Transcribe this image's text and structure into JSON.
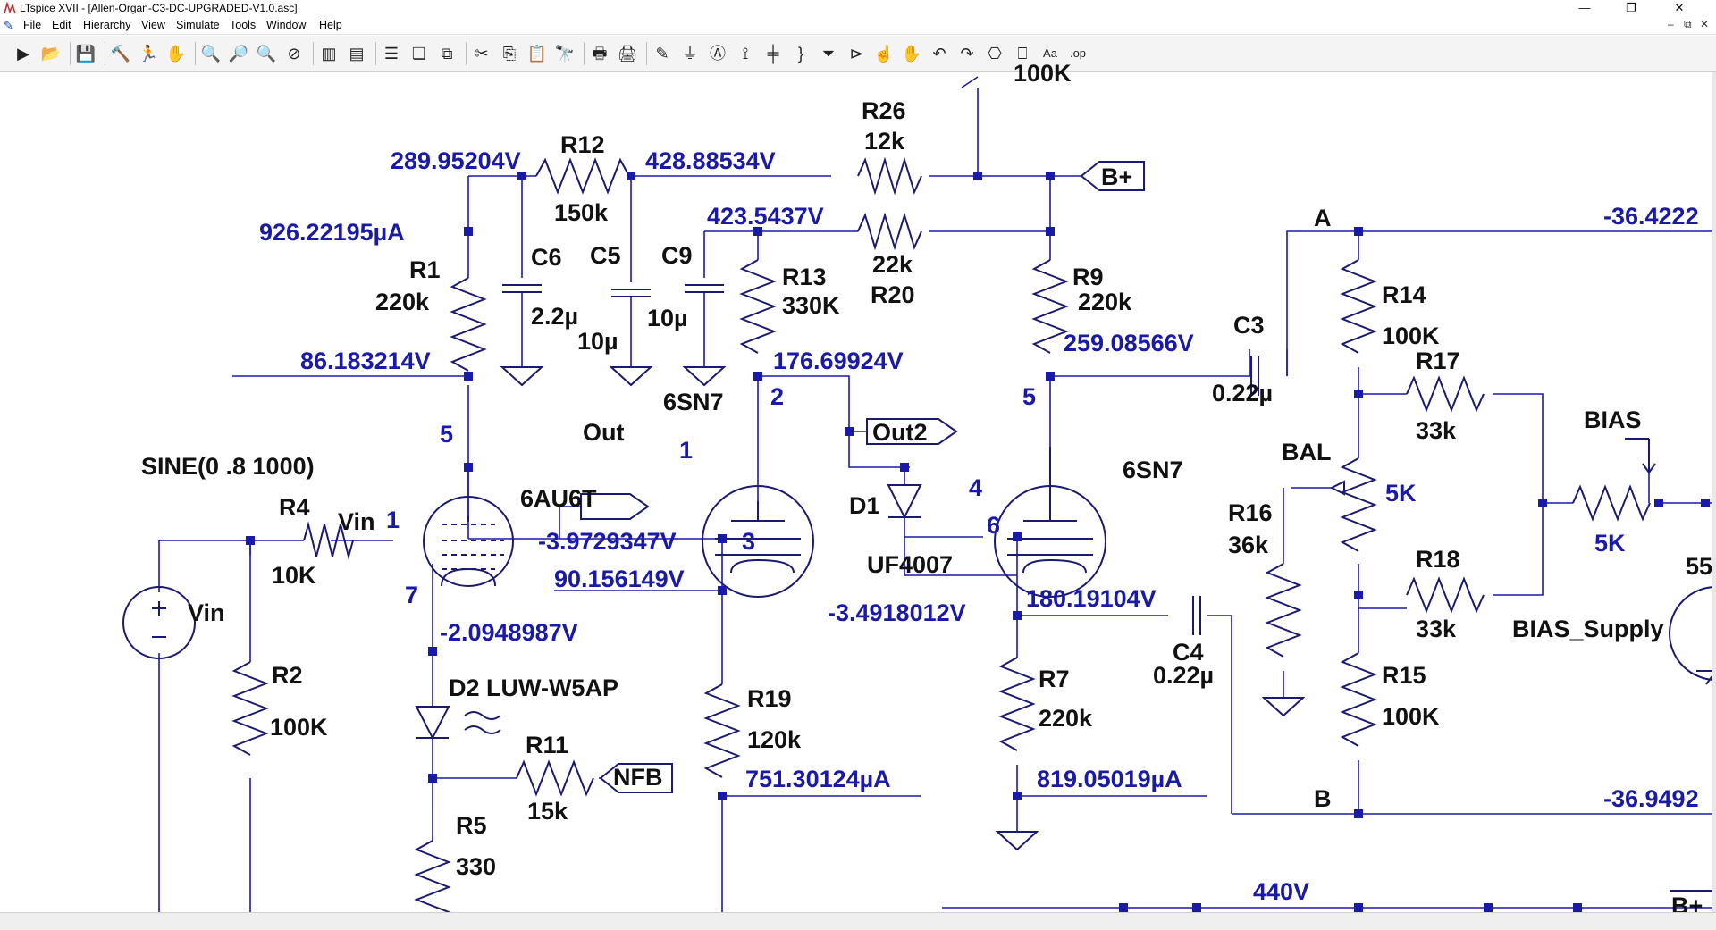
{
  "window": {
    "title": "LTspice XVII - [Allen-Organ-C3-DC-UPGRADED-V1.0.asc]",
    "minimize_glyph": "—",
    "restore_glyph": "❐",
    "close_glyph": "✕",
    "mdi_min_glyph": "–",
    "mdi_restore_glyph": "⧉",
    "mdi_close_glyph": "✕"
  },
  "menu": [
    "File",
    "Edit",
    "Hierarchy",
    "View",
    "Simulate",
    "Tools",
    "Window",
    "Help"
  ],
  "toolbar": [
    {
      "name": "run-icon",
      "glyph": "▶"
    },
    {
      "name": "open-icon",
      "glyph": "📂"
    },
    {
      "sep": true
    },
    {
      "name": "save-icon",
      "glyph": "💾"
    },
    {
      "sep": true
    },
    {
      "name": "control-panel-icon",
      "glyph": "🔨"
    },
    {
      "name": "halt-icon",
      "glyph": "🏃"
    },
    {
      "name": "pan-icon",
      "glyph": "✋"
    },
    {
      "sep": true
    },
    {
      "name": "zoom-in-icon",
      "glyph": "🔍"
    },
    {
      "name": "zoom-back-icon",
      "glyph": "🔎"
    },
    {
      "name": "zoom-out-icon",
      "glyph": "🔍"
    },
    {
      "name": "zoom-fit-icon",
      "glyph": "⊘"
    },
    {
      "sep": true
    },
    {
      "name": "waveform-icon",
      "glyph": "▥"
    },
    {
      "name": "netlist-icon",
      "glyph": "▤"
    },
    {
      "sep": true
    },
    {
      "name": "tile-horizontal-icon",
      "glyph": "☰"
    },
    {
      "name": "cascade-icon",
      "glyph": "❏"
    },
    {
      "name": "tile-vertical-icon",
      "glyph": "⧉"
    },
    {
      "sep": true
    },
    {
      "name": "cut-icon",
      "glyph": "✂"
    },
    {
      "name": "copy-icon",
      "glyph": "⎘"
    },
    {
      "name": "paste-icon",
      "glyph": "📋"
    },
    {
      "name": "find-icon",
      "glyph": "🔭"
    },
    {
      "sep": true
    },
    {
      "name": "print-icon",
      "glyph": "🖶"
    },
    {
      "name": "print-preview-icon",
      "glyph": "🖨"
    },
    {
      "sep": true
    },
    {
      "name": "draw-wire-icon",
      "glyph": "✎"
    },
    {
      "name": "ground-icon",
      "glyph": "⏚"
    },
    {
      "name": "label-net-icon",
      "glyph": "Ⓐ"
    },
    {
      "name": "resistor-icon",
      "glyph": "⟟"
    },
    {
      "name": "capacitor-icon",
      "glyph": "╪"
    },
    {
      "name": "inductor-icon",
      "glyph": "}"
    },
    {
      "name": "diode-icon",
      "glyph": "⏷"
    },
    {
      "name": "component-icon",
      "glyph": "⊳"
    },
    {
      "name": "move-icon",
      "glyph": "☝"
    },
    {
      "name": "drag-icon",
      "glyph": "✋"
    },
    {
      "name": "undo-icon",
      "glyph": "↶"
    },
    {
      "name": "redo-icon",
      "glyph": "↷"
    },
    {
      "name": "rotate-icon",
      "glyph": "⎔"
    },
    {
      "name": "mirror-icon",
      "glyph": "⎕"
    },
    {
      "name": "text-icon",
      "glyph": "Aa"
    },
    {
      "name": "spice-directive-icon",
      "glyph": ".op"
    }
  ],
  "schematic": {
    "labels": [
      {
        "id": "r26-name",
        "text": "R26",
        "kind": "label"
      },
      {
        "id": "r26-value",
        "text": "12k",
        "kind": "label"
      },
      {
        "id": "r12-name",
        "text": "R12",
        "kind": "label"
      },
      {
        "id": "r12-value",
        "text": "150k",
        "kind": "label"
      },
      {
        "id": "r1-name",
        "text": "R1",
        "kind": "label"
      },
      {
        "id": "r1-value",
        "text": "220k",
        "kind": "label"
      },
      {
        "id": "c6-name",
        "text": "C6",
        "kind": "label"
      },
      {
        "id": "c6-value",
        "text": "2.2µ",
        "kind": "label"
      },
      {
        "id": "c5-name",
        "text": "C5",
        "kind": "label"
      },
      {
        "id": "c5-value",
        "text": "10µ",
        "kind": "label"
      },
      {
        "id": "c9-name",
        "text": "C9",
        "kind": "label"
      },
      {
        "id": "c9-value",
        "text": "10µ",
        "kind": "label"
      },
      {
        "id": "r13-name",
        "text": "R13",
        "kind": "label"
      },
      {
        "id": "r13-value",
        "text": "330K",
        "kind": "label"
      },
      {
        "id": "r20-value",
        "text": "22k",
        "kind": "label"
      },
      {
        "id": "r20-name",
        "text": "R20",
        "kind": "label"
      },
      {
        "id": "r9-name",
        "text": "R9",
        "kind": "label"
      },
      {
        "id": "r9-value",
        "text": "220k",
        "kind": "label"
      },
      {
        "id": "bplus-label",
        "text": "B+",
        "kind": "label"
      },
      {
        "id": "c3-name",
        "text": "C3",
        "kind": "label"
      },
      {
        "id": "c3-value",
        "text": "0.22µ",
        "kind": "label"
      },
      {
        "id": "node-a",
        "text": "A",
        "kind": "label"
      },
      {
        "id": "r14-name",
        "text": "R14",
        "kind": "label"
      },
      {
        "id": "r14-value",
        "text": "100K",
        "kind": "label"
      },
      {
        "id": "r17-name",
        "text": "R17",
        "kind": "label"
      },
      {
        "id": "r17-value",
        "text": "33k",
        "kind": "label"
      },
      {
        "id": "bias-name",
        "text": "BIAS",
        "kind": "label"
      },
      {
        "id": "bal-name",
        "text": "BAL",
        "kind": "label"
      },
      {
        "id": "bal-value",
        "text": "5K",
        "kind": "voltage"
      },
      {
        "id": "bias-value",
        "text": "5K",
        "kind": "voltage"
      },
      {
        "id": "r16-name",
        "text": "R16",
        "kind": "label"
      },
      {
        "id": "r16-value",
        "text": "36k",
        "kind": "label"
      },
      {
        "id": "r18-name",
        "text": "R18",
        "kind": "label"
      },
      {
        "id": "r18-value",
        "text": "33k",
        "kind": "label"
      },
      {
        "id": "bias-supply",
        "text": "BIAS_Supply",
        "kind": "label"
      },
      {
        "id": "r15-name",
        "text": "R15",
        "kind": "label"
      },
      {
        "id": "r15-value",
        "text": "100K",
        "kind": "label"
      },
      {
        "id": "node-b",
        "text": "B",
        "kind": "label"
      },
      {
        "id": "v-289",
        "text": "289.95204V",
        "kind": "voltage"
      },
      {
        "id": "v-428",
        "text": "428.88534V",
        "kind": "voltage"
      },
      {
        "id": "i-926",
        "text": "926.22195µA",
        "kind": "voltage"
      },
      {
        "id": "v-423",
        "text": "423.5437V",
        "kind": "voltage"
      },
      {
        "id": "v-86",
        "text": "86.183214V",
        "kind": "voltage"
      },
      {
        "id": "v-176",
        "text": "176.69924V",
        "kind": "voltage"
      },
      {
        "id": "v-259",
        "text": "259.08566V",
        "kind": "voltage"
      },
      {
        "id": "v-36-4",
        "text": "-36.4222",
        "kind": "voltage"
      },
      {
        "id": "v-36-9",
        "text": "-36.9492",
        "kind": "voltage"
      },
      {
        "id": "v-3-97",
        "text": "-3.9729347V",
        "kind": "voltage"
      },
      {
        "id": "v-90",
        "text": "90.156149V",
        "kind": "voltage"
      },
      {
        "id": "v-180",
        "text": "180.19104V",
        "kind": "voltage"
      },
      {
        "id": "v-3-49",
        "text": "-3.4918012V",
        "kind": "voltage"
      },
      {
        "id": "v-2-09",
        "text": "-2.0948987V",
        "kind": "voltage"
      },
      {
        "id": "i-751",
        "text": "751.30124µA",
        "kind": "voltage"
      },
      {
        "id": "i-819",
        "text": "819.05019µA",
        "kind": "voltage"
      },
      {
        "id": "v-440",
        "text": "440V",
        "kind": "voltage"
      },
      {
        "id": "pin-5-v1",
        "text": "5",
        "kind": "voltage"
      },
      {
        "id": "pin-1-v1",
        "text": "1",
        "kind": "voltage"
      },
      {
        "id": "pin-7-v1",
        "text": "7",
        "kind": "voltage"
      },
      {
        "id": "pin-2-t1",
        "text": "2",
        "kind": "voltage"
      },
      {
        "id": "pin-1-t1",
        "text": "1",
        "kind": "voltage"
      },
      {
        "id": "pin-3-t1",
        "text": "3",
        "kind": "voltage"
      },
      {
        "id": "pin-5-t2",
        "text": "5",
        "kind": "voltage"
      },
      {
        "id": "pin-4-t2",
        "text": "4",
        "kind": "voltage"
      },
      {
        "id": "pin-6-t2",
        "text": "6",
        "kind": "voltage"
      },
      {
        "id": "sine-label",
        "text": "SINE(0 .8 1000)",
        "kind": "label"
      },
      {
        "id": "r4-name",
        "text": "R4",
        "kind": "label"
      },
      {
        "id": "r4-value",
        "text": "10K",
        "kind": "label"
      },
      {
        "id": "vin-net",
        "text": "Vin",
        "kind": "label"
      },
      {
        "id": "vin-name",
        "text": "Vin",
        "kind": "label"
      },
      {
        "id": "r2-name",
        "text": "R2",
        "kind": "label"
      },
      {
        "id": "r2-value",
        "text": "100K",
        "kind": "label"
      },
      {
        "id": "tube1-model",
        "text": "6AU6T",
        "kind": "label"
      },
      {
        "id": "tube2-model",
        "text": "6SN7",
        "kind": "label"
      },
      {
        "id": "tube3-model",
        "text": "6SN7",
        "kind": "label"
      },
      {
        "id": "out-label",
        "text": "Out",
        "kind": "label"
      },
      {
        "id": "out2-label",
        "text": "Out2",
        "kind": "label"
      },
      {
        "id": "d1-name",
        "text": "D1",
        "kind": "label"
      },
      {
        "id": "d1-model",
        "text": "UF4007",
        "kind": "label"
      },
      {
        "id": "d2-label",
        "text": "D2 LUW-W5AP",
        "kind": "label"
      },
      {
        "id": "r11-name",
        "text": "R11",
        "kind": "label"
      },
      {
        "id": "r11-value",
        "text": "15k",
        "kind": "label"
      },
      {
        "id": "nfb-label",
        "text": "NFB",
        "kind": "label"
      },
      {
        "id": "r5-name",
        "text": "R5",
        "kind": "label"
      },
      {
        "id": "r5-value",
        "text": "330",
        "kind": "label"
      },
      {
        "id": "r19-name",
        "text": "R19",
        "kind": "label"
      },
      {
        "id": "r19-value",
        "text": "120k",
        "kind": "label"
      },
      {
        "id": "r7-name",
        "text": "R7",
        "kind": "label"
      },
      {
        "id": "r7-value",
        "text": "220k",
        "kind": "label"
      },
      {
        "id": "c4-name",
        "text": "C4",
        "kind": "label"
      },
      {
        "id": "c4-value",
        "text": "0.22µ",
        "kind": "label"
      },
      {
        "id": "top-partial",
        "text": "100K",
        "kind": "label"
      },
      {
        "id": "bplus-bottom",
        "text": "B+",
        "kind": "label"
      },
      {
        "id": "partial-55",
        "text": "55",
        "kind": "label"
      }
    ]
  },
  "colors": {
    "wire": "#1a1aa8",
    "component": "#1a1a70",
    "junction": "#1a1aa8",
    "text_black": "#111111",
    "text_blue": "#1a1aa8"
  }
}
